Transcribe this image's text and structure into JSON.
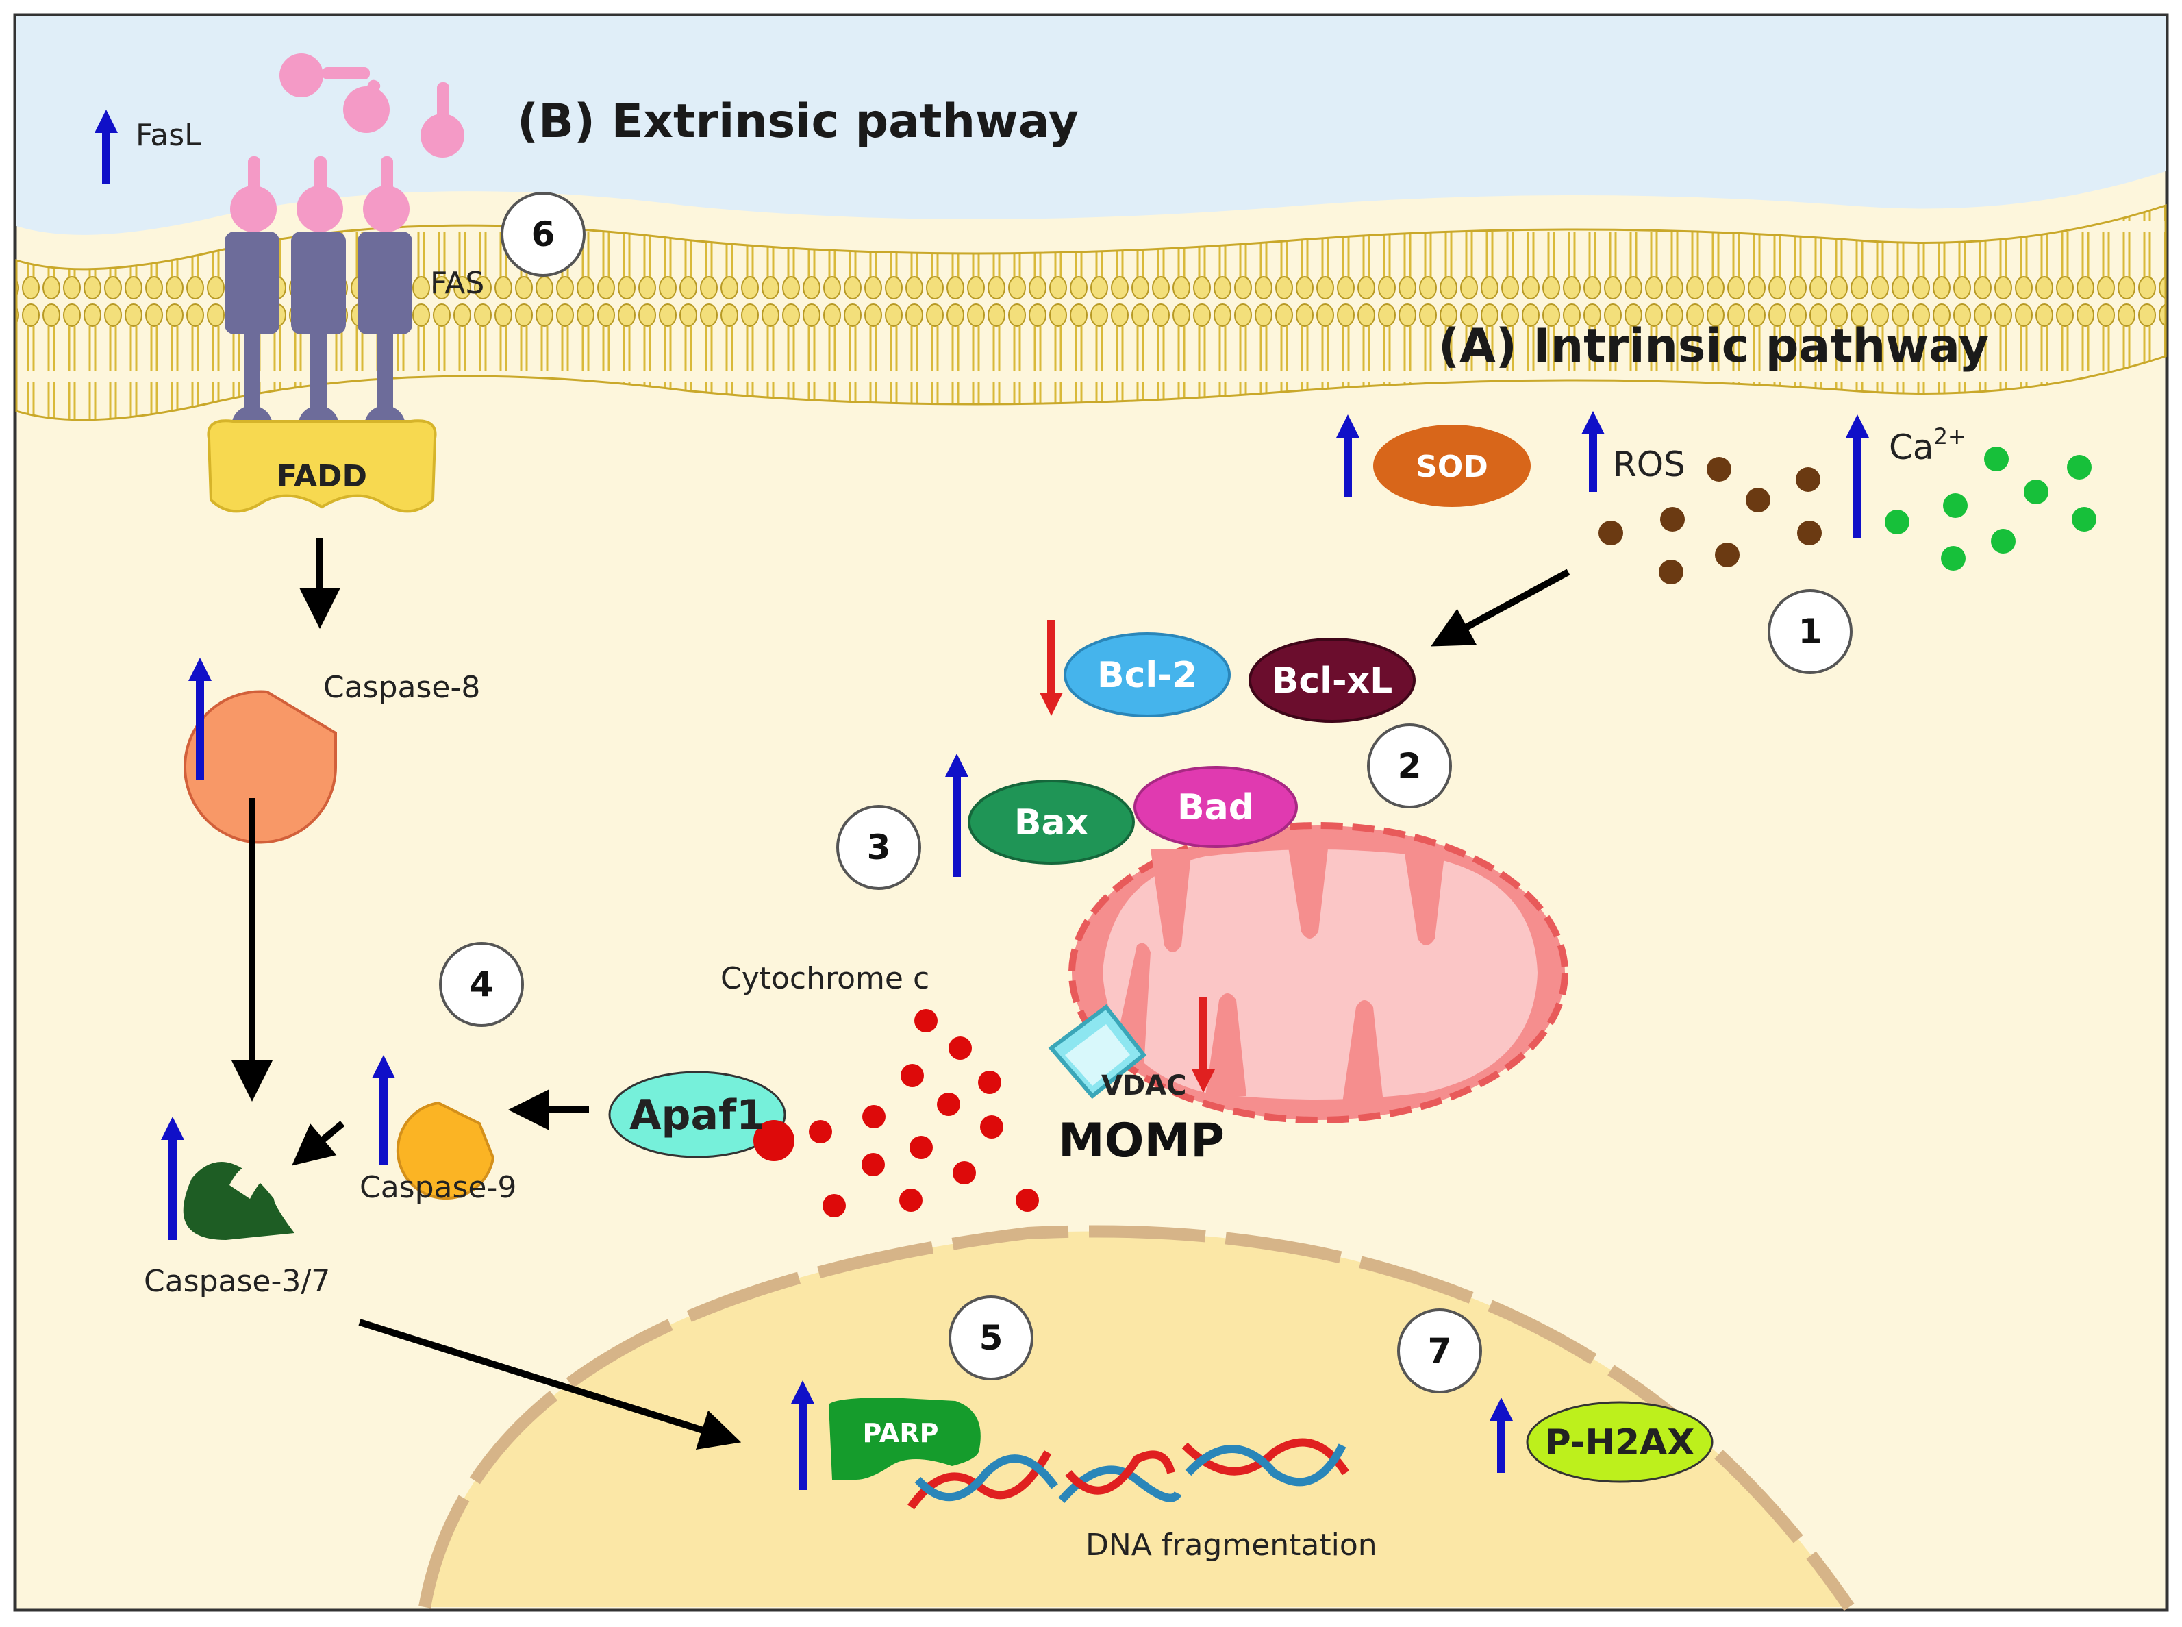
{
  "titles": {
    "extrinsic": "(B) Extrinsic pathway",
    "intrinsic": "(A) Intrinsic pathway"
  },
  "labels": {
    "fasl": "FasL",
    "fas": "FAS",
    "fadd": "FADD",
    "caspase8": "Caspase-8",
    "caspase9": "Caspase-9",
    "caspase37": "Caspase-3/7",
    "apaf1": "Apaf1",
    "cytochrome_c": "Cytochrome c",
    "vdac": "VDAC",
    "momp": "MOMP",
    "sod": "SOD",
    "ros": "ROS",
    "ca": "Ca",
    "ca_sup": "2+",
    "bcl2": "Bcl-2",
    "bclxl": "Bcl-xL",
    "bax": "Bax",
    "bad": "Bad",
    "parp": "PARP",
    "ph2ax": "P-H2AX",
    "dna_fragmentation": "DNA fragmentation"
  },
  "steps": [
    "1",
    "2",
    "3",
    "4",
    "5",
    "6",
    "7"
  ],
  "colors": {
    "extracellular": "#e0eef8",
    "cytoplasm": "#fdf6dc",
    "membrane": "#e8cf57",
    "nucleus": "#fbe7a6",
    "up_arrow": "#1010c8",
    "down_arrow": "#e02020",
    "mitochondria": "#f58e8e",
    "cytochrome": "#dd0a0a",
    "ros_dot": "#6b3a12",
    "ca_dot": "#17c03a"
  }
}
